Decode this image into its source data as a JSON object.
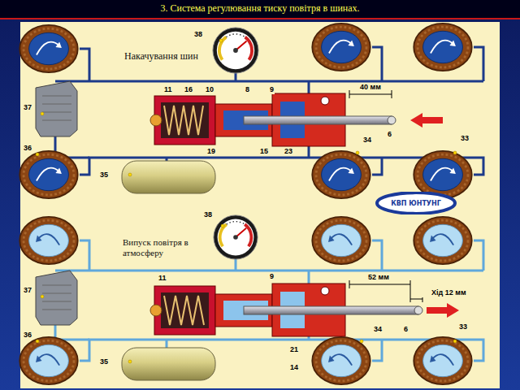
{
  "diagram": {
    "title": "3. Система регулювання тиску повітря в шинах.",
    "nodes": [
      {
        "text": [
          "КВП ЮНТУНГ"
        ]
      }
    ],
    "labels": [
      "38",
      "Накачування шин",
      "11",
      "16",
      "10",
      "8",
      "9",
      "40 мм",
      "37",
      "36",
      "35",
      "19",
      "15",
      "23",
      "34",
      "6",
      "33",
      "38",
      "Випуск повітря в атмосферу",
      "37",
      "11",
      "9",
      "52 мм",
      "Хід 12 мм",
      "36",
      "35",
      "21",
      "14",
      "34",
      "6",
      "33"
    ]
  }
}
